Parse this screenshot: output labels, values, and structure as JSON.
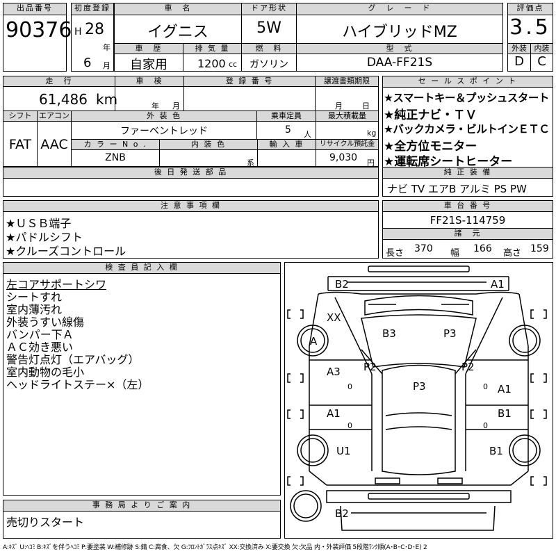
{
  "header": {
    "lot_label": "出品番号",
    "lot": "90376",
    "first_reg_label": "初度登録",
    "era": "H",
    "year": "28",
    "year_unit": "年",
    "month": "6",
    "month_unit": "月",
    "car_name_label": "車　名",
    "car_name": "イグニス",
    "door_label": "ドア形状",
    "door": "5W",
    "grade_label": "グ　レ　ー　ド",
    "grade": "ハイブリッドMZ",
    "score_label": "評価点",
    "score": "3.5",
    "exterior_label": "外装",
    "exterior": "D",
    "interior_label": "内装",
    "interior": "C",
    "history_label": "車　歴",
    "history": "自家用",
    "displacement_label": "排 気 量",
    "displacement": "1200",
    "displacement_unit": "cc",
    "fuel_label": "燃　料",
    "fuel": "ガソリン",
    "model_label": "型　式",
    "model": "DAA-FF21S"
  },
  "row2": {
    "mileage_label": "走　行",
    "mileage": "61,486",
    "mileage_unit": "km",
    "inspection_label": "車　検",
    "inspection_year": "年",
    "inspection_month": "月",
    "reg_no_label": "登 録 番 号",
    "transfer_label": "譲渡書類期限",
    "transfer_month": "月",
    "transfer_day": "日"
  },
  "row3": {
    "shift_label": "シフト",
    "shift": "FAT",
    "ac_label": "エアコン",
    "ac": "AAC",
    "ext_color_label": "外 装 色",
    "ext_color": "ファーベントレッド",
    "capacity_label": "乗車定員",
    "capacity": "5",
    "capacity_unit": "人",
    "max_load_label": "最大積載量",
    "max_load_unit": "kg",
    "color_no_label": "カ ラ ー N o .",
    "color_no": "ZNB",
    "int_color_label": "内 装 色",
    "int_color_unit": "系",
    "import_label": "輸 入 車",
    "recycle_label": "リサイクル預託金",
    "recycle": "9,030",
    "recycle_unit": "円"
  },
  "later_parts_label": "後 日 発 送 部 品",
  "sales_points": {
    "label": "セ ー ル ス ポ イ ン ト",
    "items": [
      "★スマートキー＆プッシュスタート",
      "★純正ナビ・ＴＶ",
      "★バックカメラ・ビルトインＥＴＣ",
      "★全方位モニター",
      "★運転席シートヒーター"
    ]
  },
  "equipment": {
    "label": "純 正 装 備",
    "value": "ナビ TV エアB アルミ PS PW"
  },
  "notes": {
    "label": "注 意 事 項 欄",
    "items": [
      "★ＵＳＢ端子",
      "★パドルシフト",
      "★クルーズコントロール"
    ]
  },
  "chassis": {
    "label": "車 台 番 号",
    "value": "FF21S-114759"
  },
  "dimensions": {
    "label": "諸　元",
    "length_label": "長さ",
    "length": "370",
    "width_label": "幅",
    "width": "166",
    "height_label": "高さ",
    "height": "159"
  },
  "inspector": {
    "label": "検 査 員 記 入 欄",
    "lines": [
      "左コアサポートシワ",
      "シートすれ",
      "室内薄汚れ",
      "外装うすい線傷",
      "バンパー下Ａ",
      "ＡＣ効き悪い",
      "警告灯点灯（エアバッグ）",
      "室内動物の毛小",
      "ヘッドライトステー×（左）"
    ]
  },
  "office": {
    "label": "事 務 局 よ り ご 案 内",
    "text": "売切りスタート"
  },
  "diagram": {
    "marks": {
      "front_left": "B2",
      "front_right": "A1",
      "hood_left": "XX",
      "wheel_fl": "A",
      "roof_left": "B3",
      "roof_right": "P3",
      "pillar_left": "P2",
      "pillar_right": "P2",
      "door_fl": "A3",
      "door_fr": "A1",
      "roof_center": "P3",
      "door_rl": "A1",
      "door_rr": "B1",
      "quarter_left": "U1",
      "quarter_right": "B1",
      "rear": "B2",
      "zero": "0"
    }
  },
  "legend": "A:ｷｽﾞ U:ﾍｺﾐ B:ｷｽﾞを伴うﾍｺﾐ P:要塗装 W:補修跡 S:錆 C:腐食、欠 G:ﾌﾛﾝﾄｶﾞﾗｽ点ｷｽﾞ XX:交換済み X:要交換 欠:欠品 内・外装評価 5段階ﾗﾝｸ順(A･B･C･D･E) 2"
}
